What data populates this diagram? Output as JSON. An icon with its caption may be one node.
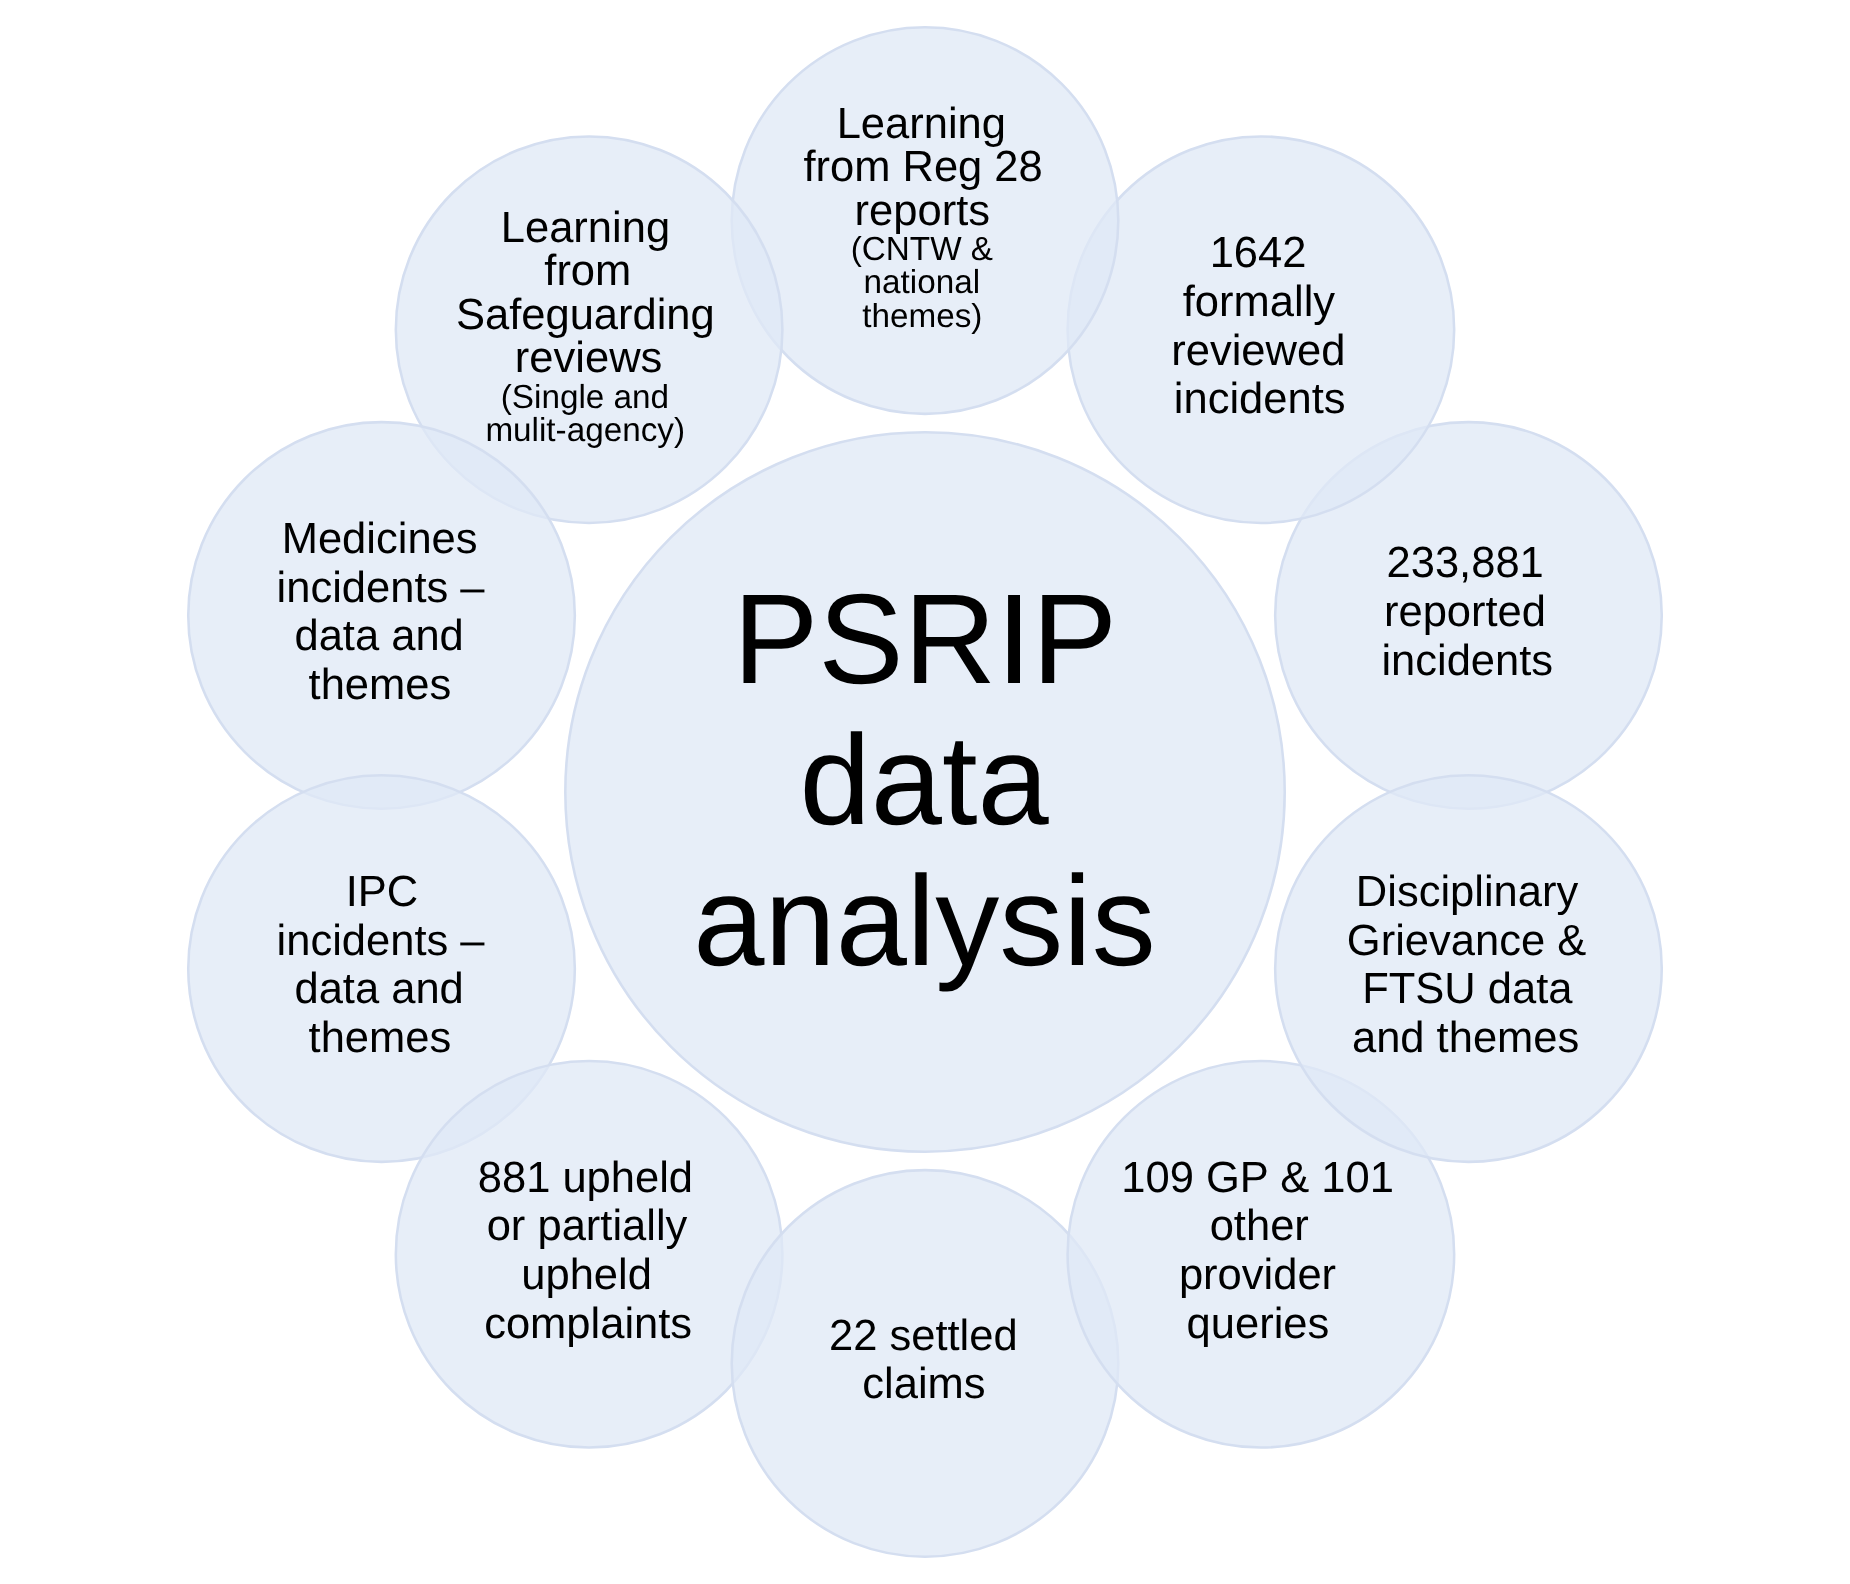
{
  "diagram": {
    "nodes": [
      {
        "text": [
          "PSRIP data analysis"
        ]
      },
      {
        "text": [
          "233,881 reported incidents"
        ]
      },
      {
        "text": [
          "1642 formally reviewed incidents"
        ]
      },
      {
        "text": [
          "Learning from Reg 28 reports",
          "(CNTW & national themes)"
        ]
      },
      {
        "text": [
          "Learning from Safeguarding reviews",
          "(Single and mulit-agency)"
        ]
      },
      {
        "text": [
          "Medicines incidents – data and themes"
        ]
      },
      {
        "text": [
          "IPC incidents – data and themes"
        ]
      },
      {
        "text": [
          "881 upheld or partially upheld complaints"
        ]
      },
      {
        "text": [
          "22 settled claims"
        ]
      },
      {
        "text": [
          "109 GP & 101 other provider queries"
        ]
      },
      {
        "text": [
          "Disciplinary Grievance & FTSU data and themes"
        ]
      }
    ],
    "edges": []
  }
}
